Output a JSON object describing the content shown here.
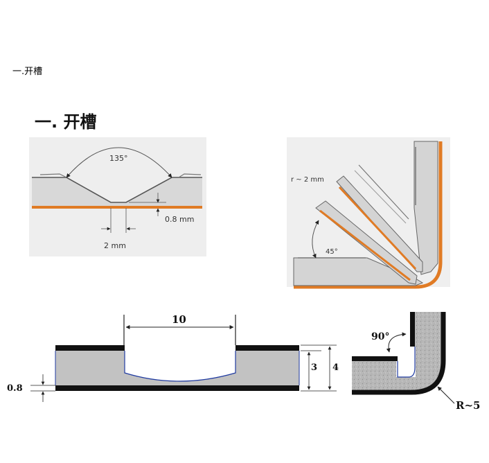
{
  "caption": "一.开槽",
  "heading": "一. 开槽",
  "fig_top_left": {
    "angle": "135°",
    "depth": "0.8 mm",
    "width": "2 mm"
  },
  "fig_top_right": {
    "radius": "r ~ 2 mm",
    "angle": "45°"
  },
  "fig_bottom_left": {
    "width": "10",
    "depth1": "3",
    "depth2": "4",
    "thickness": "0.8"
  },
  "fig_bottom_right": {
    "angle": "90°",
    "radius": "R~5"
  }
}
